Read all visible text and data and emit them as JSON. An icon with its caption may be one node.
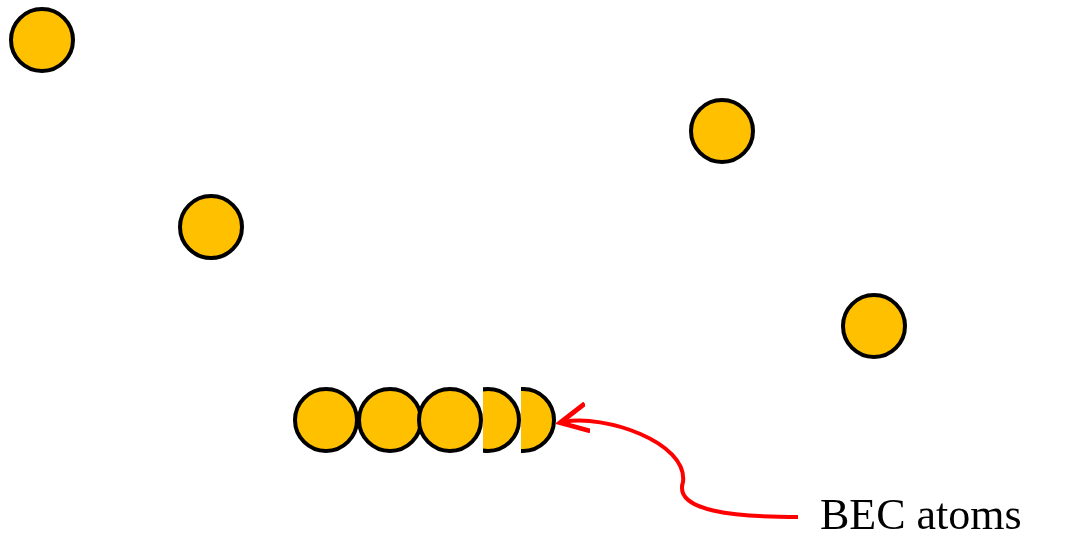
{
  "diagram": {
    "nodes": [
      {
        "text": [],
        "shape": "circle"
      },
      {
        "text": [],
        "shape": "circle"
      },
      {
        "text": [],
        "shape": "circle"
      },
      {
        "text": [],
        "shape": "circle"
      },
      {
        "text": [],
        "shape": "circle"
      },
      {
        "text": [],
        "shape": "circle"
      },
      {
        "text": [],
        "shape": "circle"
      },
      {
        "text": [],
        "shape": "circle"
      },
      {
        "text": [],
        "shape": "circle"
      },
      {
        "text": [
          "BEC atoms"
        ]
      }
    ],
    "edges": [
      {
        "from": 9,
        "to": 6,
        "arrow": "to"
      }
    ]
  }
}
